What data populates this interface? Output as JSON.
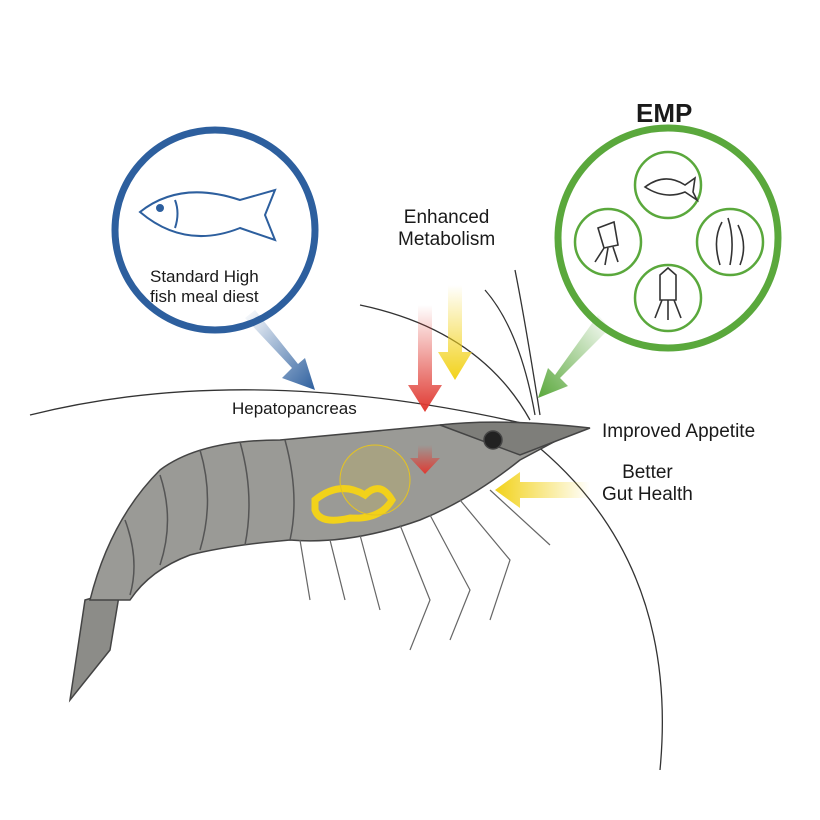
{
  "title": "EMP",
  "left_circle": {
    "line1": "Standard High",
    "line2": "fish meal diest"
  },
  "labels": {
    "metabolism1": "Enhanced",
    "metabolism2": "Metabolism",
    "hepatopancreas": "Hepatopancreas",
    "appetite": "Improved Appetite",
    "gut1": "Better",
    "gut2": "Gut Health"
  },
  "colors": {
    "blue": "#2d5f9e",
    "green": "#5aa83c",
    "red": "#e03a32",
    "yellow": "#f2d21a",
    "shrimp": "#8c8c88"
  }
}
